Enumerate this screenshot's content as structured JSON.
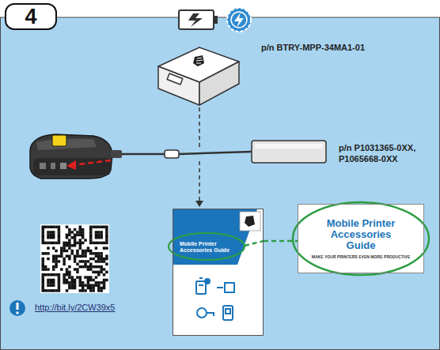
{
  "diagram": {
    "nodes": [
      {
        "text": [
          "4"
        ]
      },
      {
        "text": [
          "Mobile Printer Accessories Guide"
        ]
      },
      {
        "text": [
          "Mobile Printer Accessories Guide",
          "MAKE YOUR PRINTERS EVEN MORE PRODUCTIVE"
        ]
      }
    ],
    "edges": [
      {
        "from": 1,
        "to": 2,
        "arrow": "none"
      }
    ],
    "labels": [
      "p/n BTRY-MPP-34MA1-01",
      "p/n P1031365-0XX,",
      "P1065668-0XX",
      "http://bit.ly/2CW39x5"
    ]
  }
}
